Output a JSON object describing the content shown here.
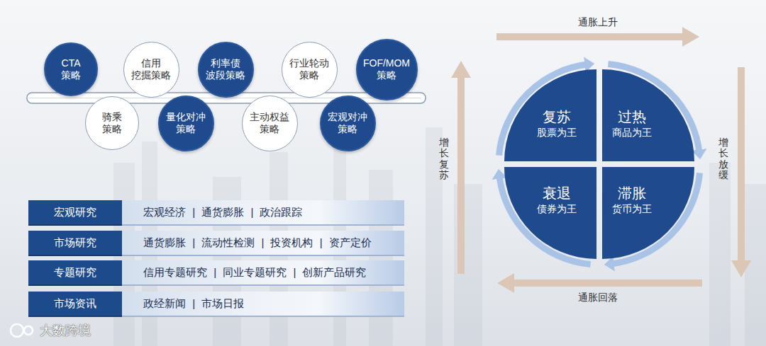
{
  "diagram": {
    "nodes": [
      {
        "text": [
          "CTA 策略"
        ]
      },
      {
        "text": [
          "信用 挖掘策略"
        ]
      },
      {
        "text": [
          "利率债 波段策略"
        ]
      },
      {
        "text": [
          "行业轮动 策略"
        ]
      },
      {
        "text": [
          "FOF/MOM 策略"
        ]
      },
      {
        "text": [
          "骑乘 策略"
        ]
      },
      {
        "text": [
          "量化对冲 策略"
        ]
      },
      {
        "text": [
          "主动权益 策略"
        ]
      },
      {
        "text": [
          "宏观对冲 策略"
        ]
      },
      {
        "text": [
          "宏观研究",
          "宏观经济 | 通货膨胀 | 政治跟踪"
        ]
      },
      {
        "text": [
          "市场研究",
          "通货膨胀 | 流动性检测 | 投资机构 | 资产定价"
        ]
      },
      {
        "text": [
          "专题研究",
          "信用专题研究 | 同业专题研究 | 创新产品研究"
        ]
      },
      {
        "text": [
          "市场资讯",
          "政经新闻 | 市场日报"
        ]
      },
      {
        "text": [
          "复苏",
          "股票为王"
        ]
      },
      {
        "text": [
          "过热",
          "商品为王"
        ]
      },
      {
        "text": [
          "衰退",
          "债券为王"
        ]
      },
      {
        "text": [
          "滞胀",
          "货币为王"
        ]
      }
    ],
    "edges": [
      {
        "from": 13,
        "to": 14,
        "arrow": "to"
      },
      {
        "from": 14,
        "to": 16,
        "arrow": "to"
      },
      {
        "from": 16,
        "to": 15,
        "arrow": "to"
      },
      {
        "from": 15,
        "to": 13,
        "arrow": "to"
      }
    ],
    "labels": [
      "通胀上升",
      "增长放缓",
      "通胀回落",
      "增长复苏",
      "大数跨境"
    ]
  }
}
